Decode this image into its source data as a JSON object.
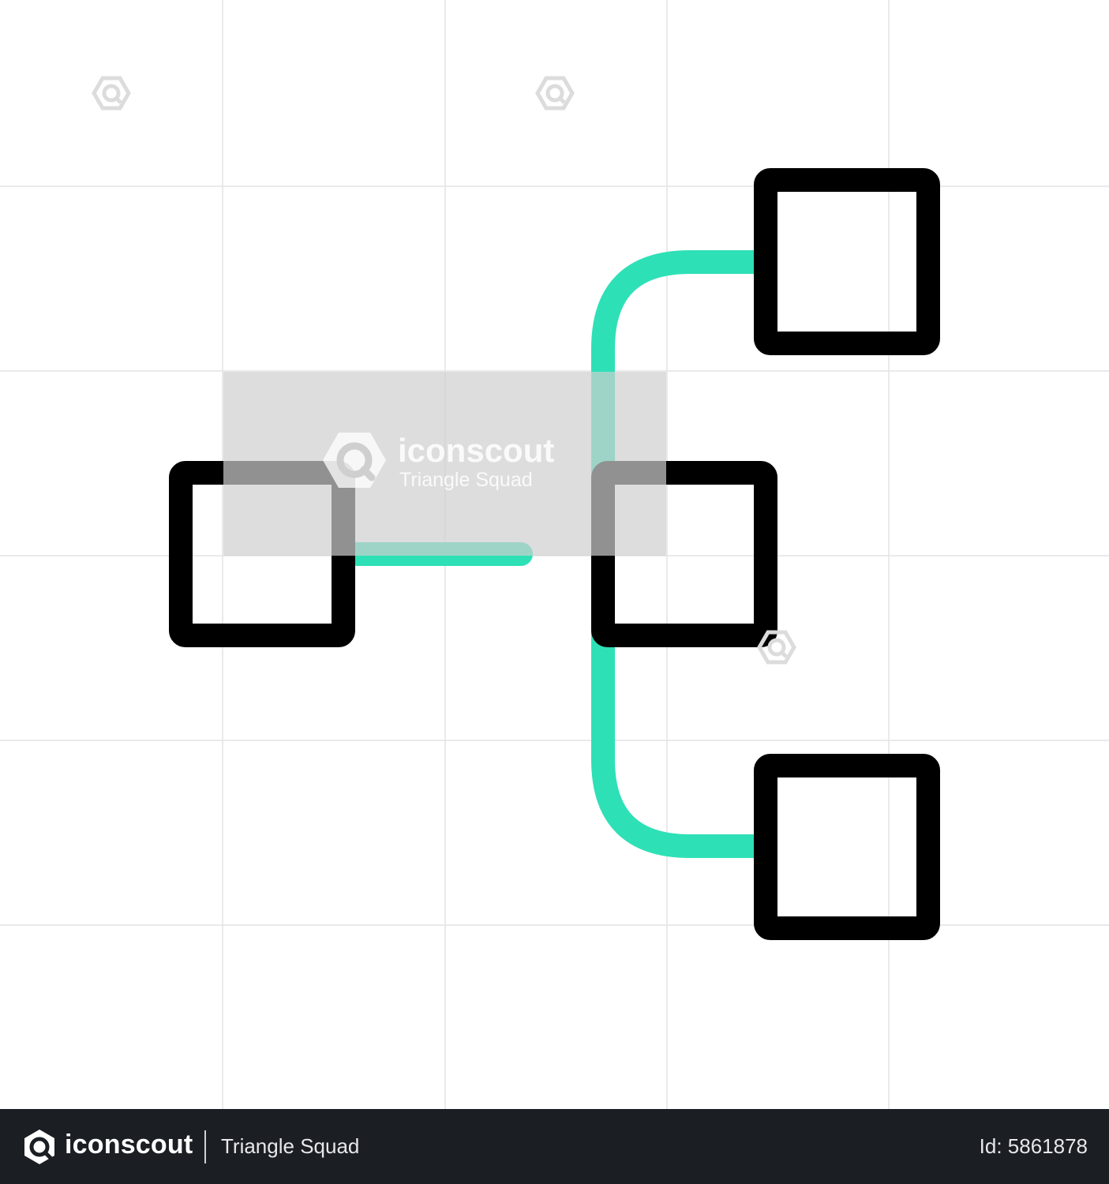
{
  "watermark": {
    "brand": "iconscout",
    "author": "Triangle Squad"
  },
  "footer": {
    "brand": "iconscout",
    "author": "Triangle Squad",
    "asset_id": "Id: 5861878"
  },
  "icons": {
    "main": "hierarchy-tree-icon",
    "logo": "iconscout-logo-icon",
    "watermark_mark": "iconscout-watermark-icon"
  },
  "colors": {
    "node_stroke": "#000000",
    "connector": "#2ee0b6",
    "background": "#ffffff",
    "grid": "#e5e5e5",
    "watermark_box": "#d9d9d9",
    "footer_bg": "#1b1e22"
  }
}
